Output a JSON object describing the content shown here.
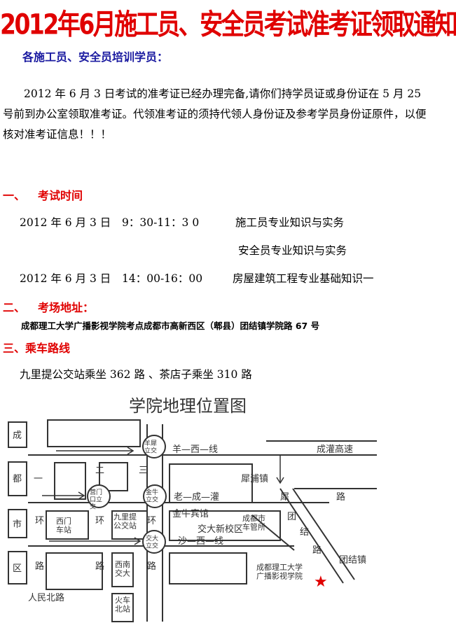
{
  "title": "2012年6月施工员、安全员考试准考证领取通知",
  "addressee": "各施工员、安全员培训学员：",
  "paragraph": "2012 年 6 月 3 日考试的准考证已经办理完备,请你们持学员证或身份证在 5 月 25 号前到办公室领取准考证。代领准考证的须持代领人身份证及参考学员身份证原件，以便核对准考证信息！！！",
  "sections": {
    "exam_time": {
      "num": "一、",
      "label": "考试时间"
    },
    "exam_place": {
      "num": "二、",
      "label": "考场地址："
    },
    "bus_route": {
      "num": "三、",
      "label": "乘车路线"
    }
  },
  "schedule": [
    {
      "date": "2012 年 6 月 3 日",
      "time": "9：30-11：3 0",
      "subject": "施工员专业知识与实务"
    },
    {
      "date": "",
      "time": "",
      "subject": "安全员专业知识与实务"
    },
    {
      "date": "2012 年 6 月 3 日",
      "time": "14：00-16：00",
      "subject": "房屋建筑工程专业基础知识一"
    }
  ],
  "address": "成都理工大学广播影视学院考点成都市高新西区（郫县）团结镇学院路 67 号",
  "route": "九里提公交站乘坐 362 路 、茶店子乘坐 310 路",
  "map": {
    "title": "学院地理位置图",
    "colors": {
      "red": "#e00000",
      "blue": "#1a1aa0",
      "line": "#333333"
    },
    "labels": {
      "cheng": "成",
      "du": "都",
      "shi": "市",
      "qu": "区",
      "er": "二",
      "yi": "一",
      "san": "三",
      "huan1": "环",
      "huan2": "环",
      "huan3": "环",
      "lu1": "路",
      "lu2": "路",
      "lu3": "路",
      "yangxixian": "羊—西—线",
      "laochengguan": "老—成—灌",
      "shaxixian": "沙—西—线",
      "chengguangaosu": "成灌高速",
      "xipujin": "犀浦镇",
      "ximenchezhan": "西门\n车站",
      "jiulitigongjiaozhan": "九里提\n公交站",
      "jinniubinguan": "金牛宾馆",
      "wendaxinxiaoqu": "交大新校区",
      "chengdushichegongsuo": "成都市\n车管所",
      "xinanjiaoda": "西南\n交大",
      "huochebeizhan": "火车\n北站",
      "renminbeilu": "人民北路",
      "tuanjiezhen": "团结镇",
      "tuan": "团",
      "jie": "结",
      "lu4": "路",
      "xi": "犀",
      "school": "成都理工大学\n广播影视学院",
      "yangxilijiao": "羊犀\n立交",
      "qingmenlijiao": "营门\n口立\n交",
      "jinniulijiao": "金牛\n立交",
      "jiaodalijiao": "交大\n立交"
    }
  }
}
